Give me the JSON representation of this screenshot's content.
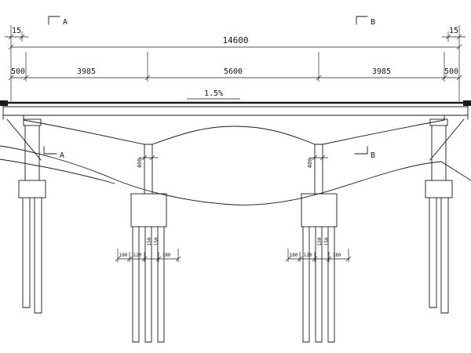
{
  "meta": {
    "background": "#ffffff",
    "ink": "#1a1a1a"
  },
  "dimensions": {
    "end_left": "15",
    "end_right": "15",
    "total": "14600",
    "spans": [
      "500",
      "3985",
      "5600",
      "3985",
      "500"
    ],
    "slope": "1.5%",
    "pier_width_left": "400",
    "pier_width_right": "400",
    "pilecap_left": [
      "180",
      "120",
      "180"
    ],
    "pilecap_right": [
      "180",
      "120",
      "180"
    ],
    "pile_left": [
      "150",
      "150"
    ],
    "pile_right": [
      "150",
      "150"
    ]
  },
  "section_markers": {
    "a_top": "A",
    "b_top": "B",
    "a_mid": "A",
    "b_mid": "B"
  }
}
